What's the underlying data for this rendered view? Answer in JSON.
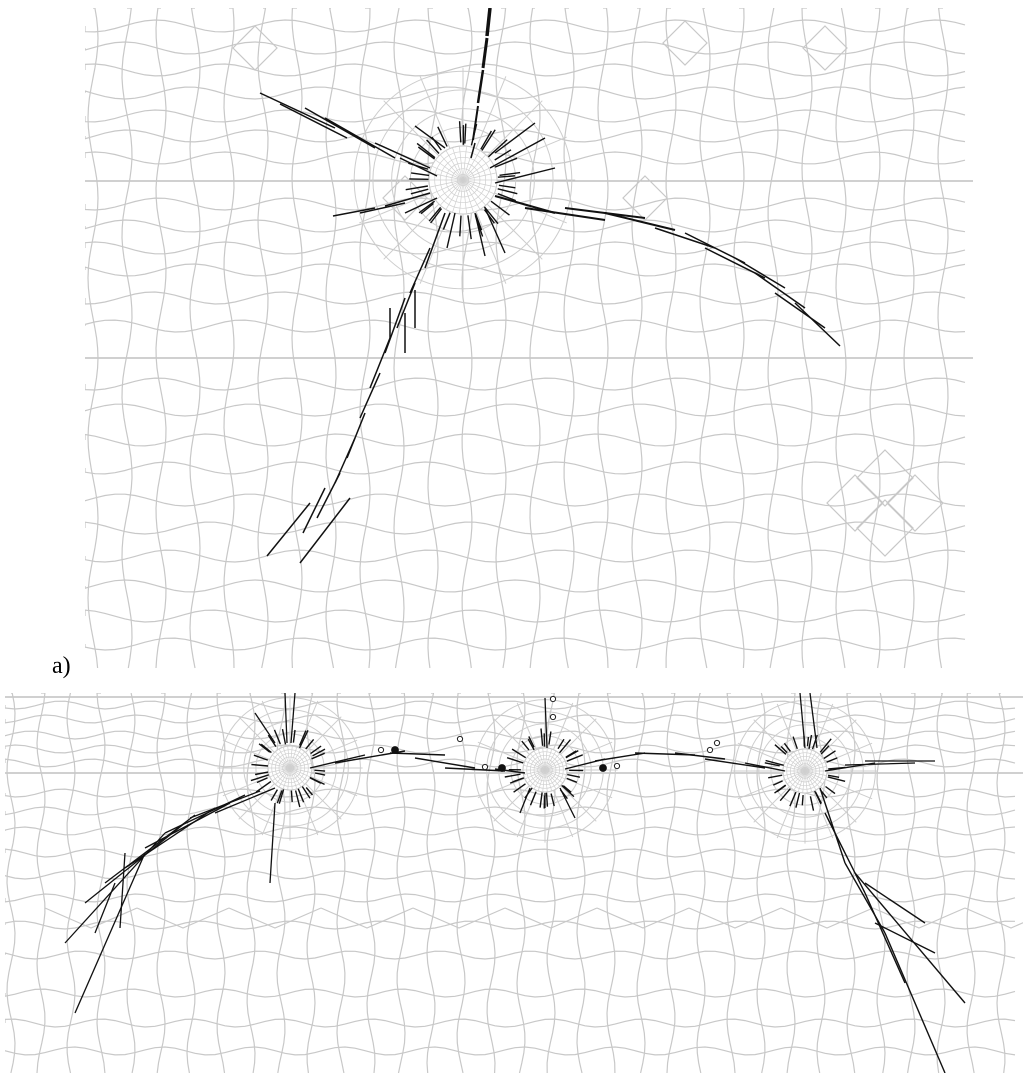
{
  "panels": [
    {
      "label": "a)",
      "inclusions": [
        {
          "id": "inclusion-center"
        }
      ],
      "crack_branches": [
        "crack-upward",
        "crack-upper-left",
        "crack-left",
        "crack-lower-left",
        "crack-right-sweep"
      ]
    },
    {
      "label": "",
      "inclusions": [
        {
          "id": "inclusion-left"
        },
        {
          "id": "inclusion-middle"
        },
        {
          "id": "inclusion-right"
        }
      ],
      "crack_branches": [
        "crack-bridge-left",
        "crack-bridge-right",
        "crack-lower-left-fan",
        "crack-lower-right-fan"
      ]
    }
  ],
  "colors": {
    "mesh": "#c8c8c8",
    "crack": "#111111",
    "background": "#ffffff",
    "label": "#000000"
  }
}
